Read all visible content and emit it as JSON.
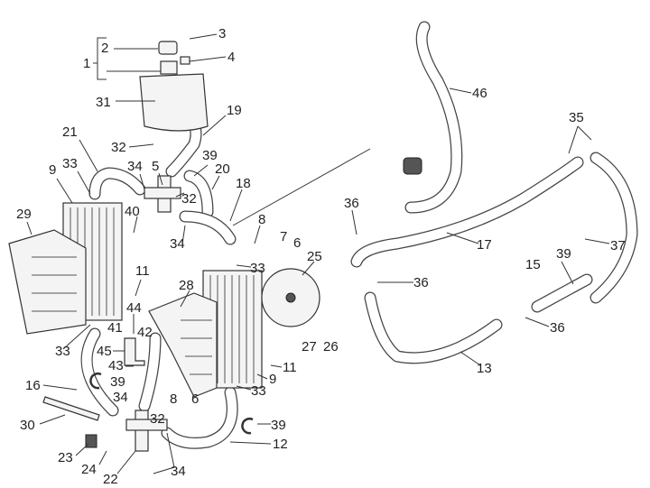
{
  "diagram": {
    "type": "exploded parts diagram",
    "labels": [
      "1",
      "2",
      "3",
      "4",
      "46",
      "31",
      "19",
      "35",
      "21",
      "32",
      "39",
      "33",
      "34",
      "5",
      "20",
      "9",
      "18",
      "32",
      "36",
      "40",
      "29",
      "8",
      "34",
      "7",
      "6",
      "17",
      "37",
      "33",
      "25",
      "39",
      "15",
      "11",
      "36",
      "28",
      "44",
      "41",
      "42",
      "36",
      "45",
      "43",
      "27",
      "26",
      "33",
      "13",
      "11",
      "9",
      "39",
      "16",
      "33",
      "34",
      "8",
      "6",
      "32",
      "39",
      "30",
      "12",
      "23",
      "24",
      "22",
      "34"
    ]
  }
}
